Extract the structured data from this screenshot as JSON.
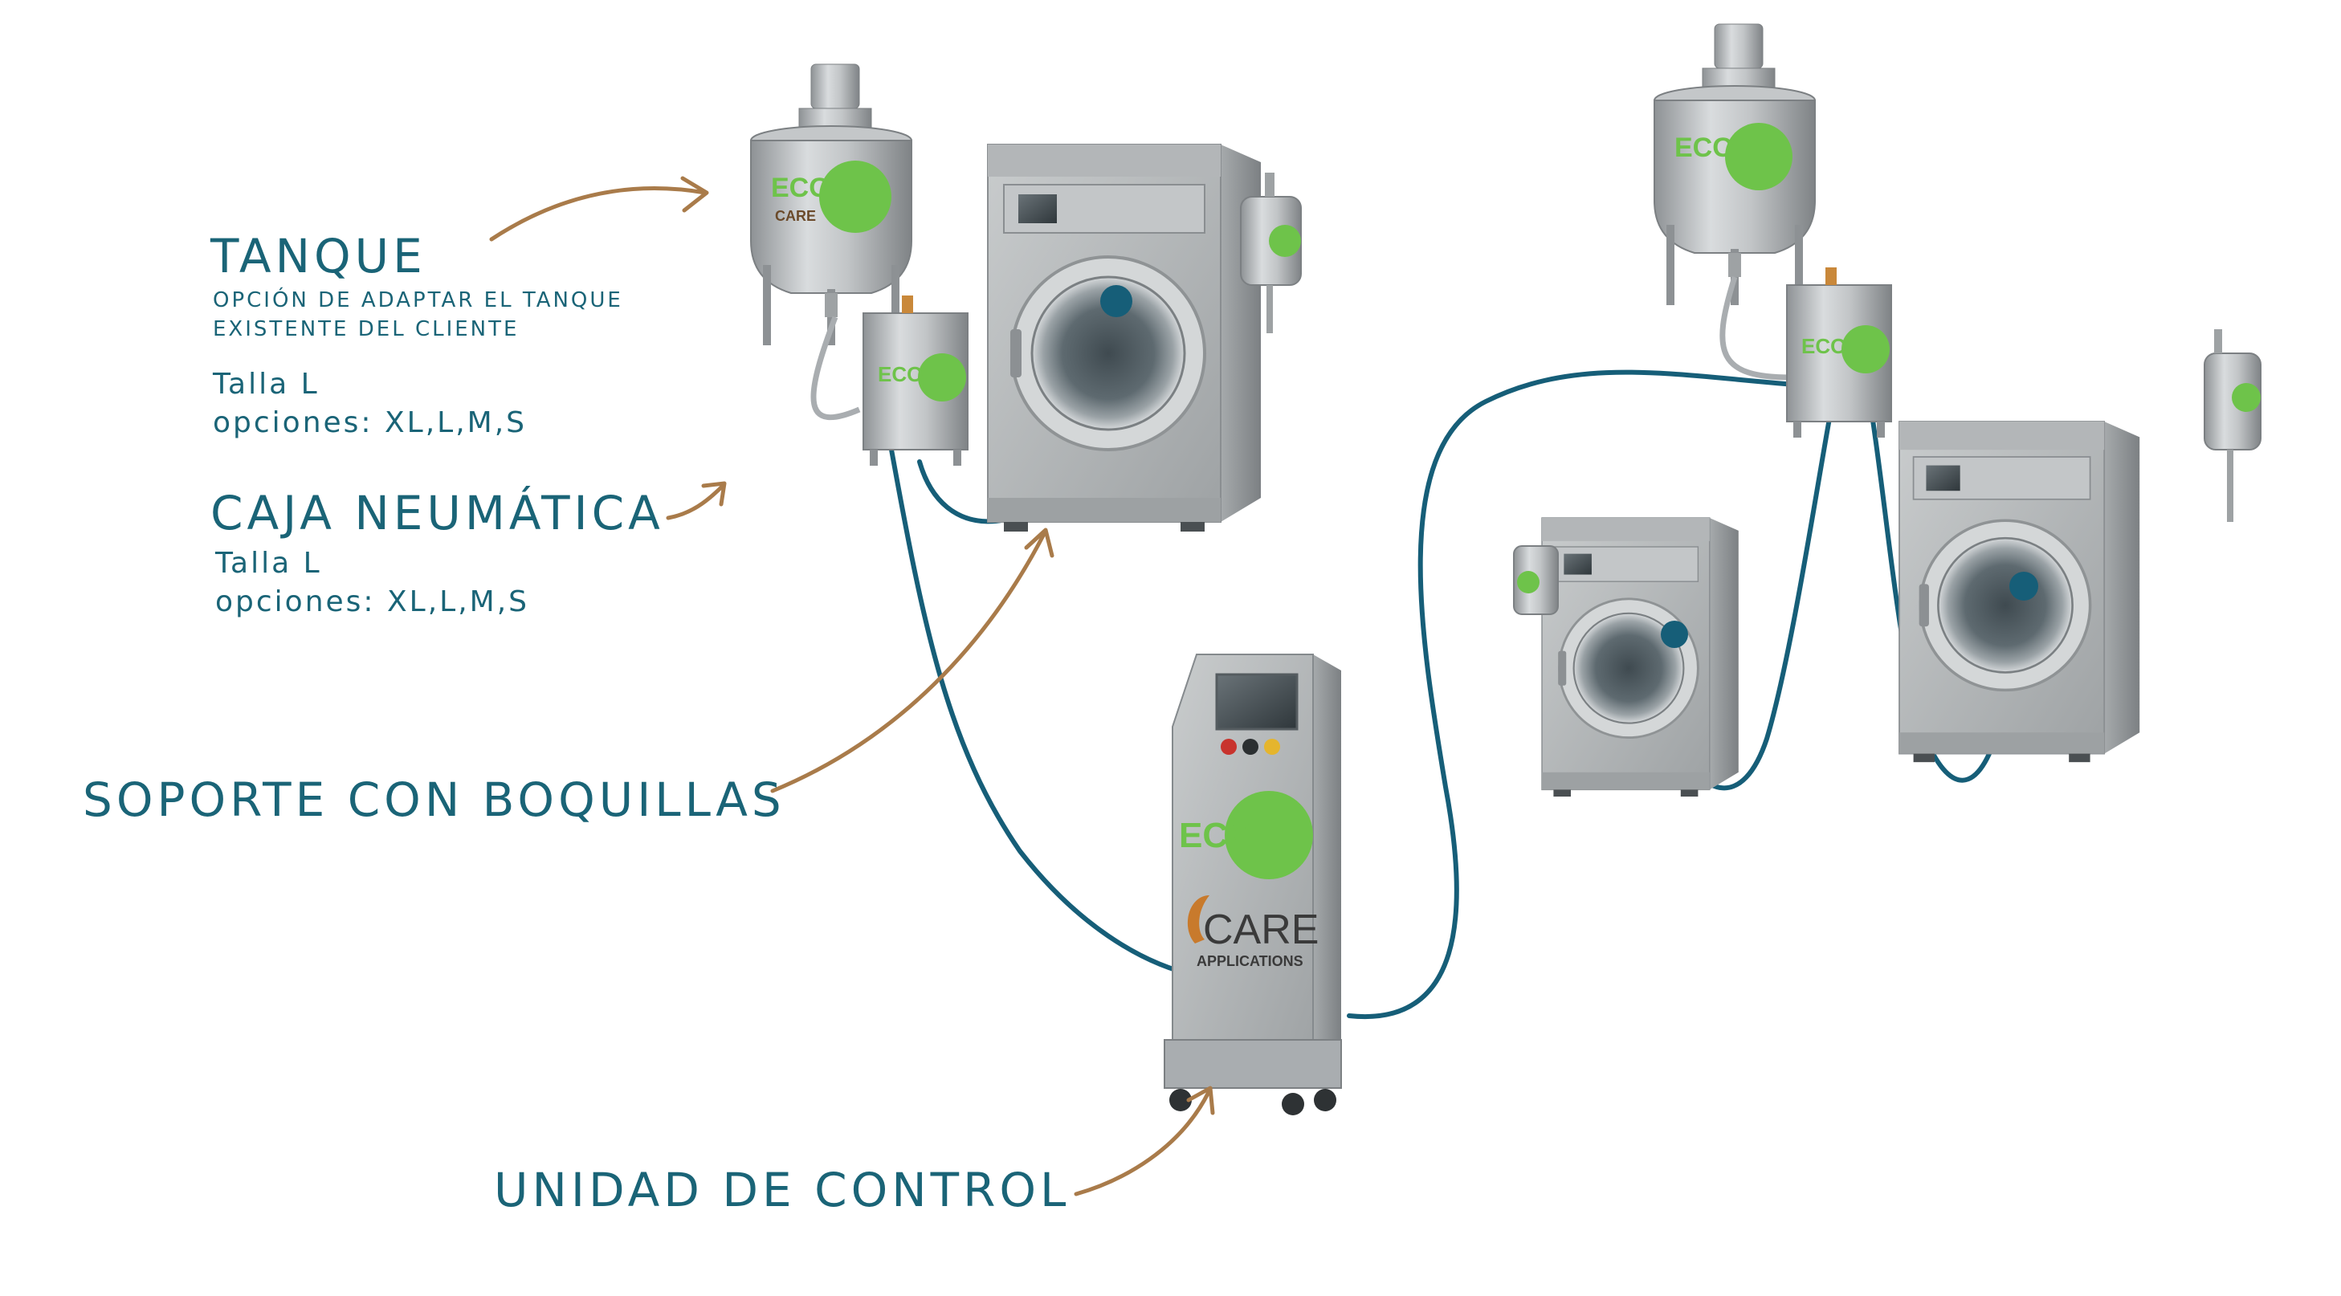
{
  "colors": {
    "label_text": "#1a6477",
    "arrow": "#a97b4a",
    "hose": "#165e78",
    "steel": "#b9bcbe",
    "brand_green": "#6ec34a",
    "brand_orange": "#c87a2c"
  },
  "labels": {
    "tanque": {
      "title": "TANQUE",
      "subtitle_line1": "OPCIÓN DE ADAPTAR EL TANQUE",
      "subtitle_line2": "EXISTENTE DEL CLIENTE",
      "size": "Talla L",
      "options": "opciones: XL,L,M,S"
    },
    "caja": {
      "title": "CAJA NEUMÁTICA",
      "size": "Talla L",
      "options": "opciones: XL,L,M,S"
    },
    "soporte": {
      "title": "SOPORTE CON BOQUILLAS"
    },
    "unidad": {
      "title": "UNIDAD DE CONTROL"
    }
  },
  "branding": {
    "eco": "ECO",
    "care": "CARE",
    "applications": "APPLICATIONS"
  },
  "icons": [
    "mixing-tank-icon",
    "pneumatic-box-icon",
    "washing-machine-icon",
    "control-unit-icon",
    "nozzle-support-icon",
    "curved-arrow-icon"
  ]
}
